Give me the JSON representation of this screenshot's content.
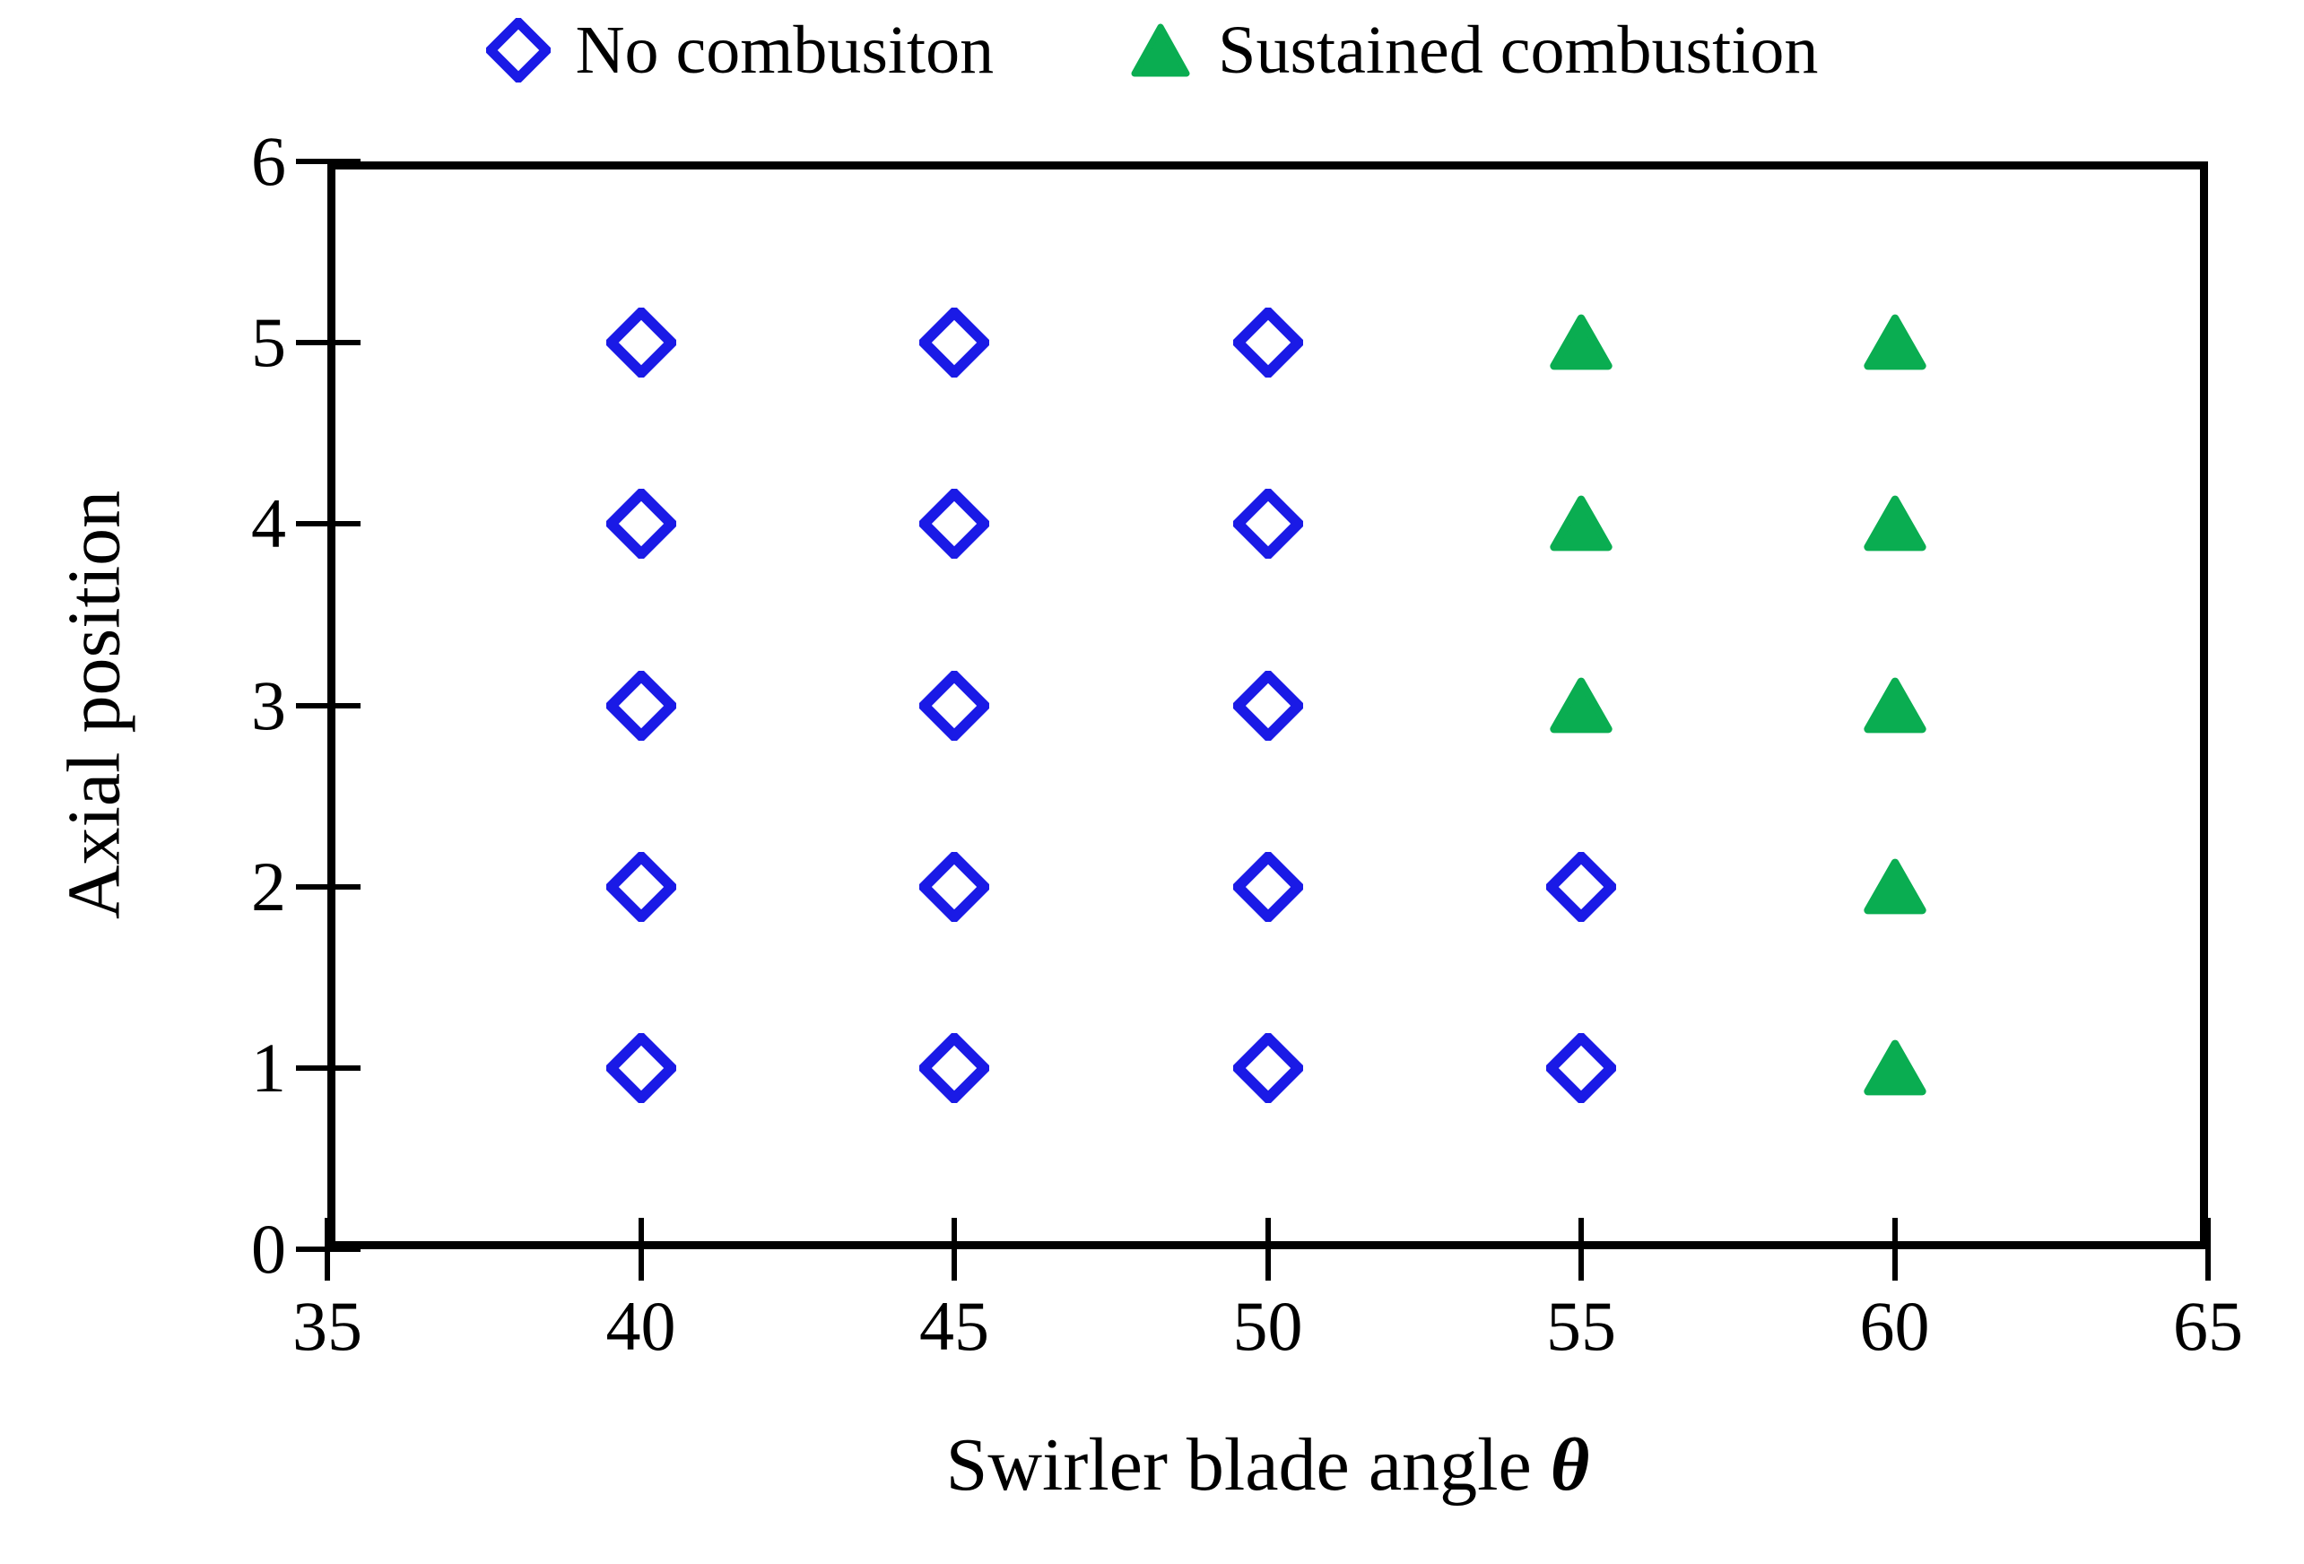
{
  "chart_data": {
    "type": "scatter",
    "title": "",
    "xlabel": "Swirler blade angle θ",
    "ylabel": "Axial position",
    "xlim": [
      35,
      65
    ],
    "ylim": [
      0,
      6
    ],
    "xticks": [
      35,
      40,
      45,
      50,
      55,
      60,
      65
    ],
    "yticks": [
      0,
      1,
      2,
      3,
      4,
      5,
      6
    ],
    "xticklabels": [
      "35",
      "40",
      "45",
      "50",
      "55",
      "60",
      "65"
    ],
    "yticklabels": [
      "0",
      "1",
      "2",
      "3",
      "4",
      "5",
      "6"
    ],
    "grid": false,
    "legend_position": "above-center",
    "series": [
      {
        "name": "No combusiton",
        "marker": "diamond-open",
        "color": "#1a1ae6",
        "filled": false,
        "points": [
          {
            "x": 40,
            "y": 1
          },
          {
            "x": 40,
            "y": 2
          },
          {
            "x": 40,
            "y": 3
          },
          {
            "x": 40,
            "y": 4
          },
          {
            "x": 40,
            "y": 5
          },
          {
            "x": 45,
            "y": 1
          },
          {
            "x": 45,
            "y": 2
          },
          {
            "x": 45,
            "y": 3
          },
          {
            "x": 45,
            "y": 4
          },
          {
            "x": 45,
            "y": 5
          },
          {
            "x": 50,
            "y": 1
          },
          {
            "x": 50,
            "y": 2
          },
          {
            "x": 50,
            "y": 3
          },
          {
            "x": 50,
            "y": 4
          },
          {
            "x": 50,
            "y": 5
          },
          {
            "x": 55,
            "y": 1
          },
          {
            "x": 55,
            "y": 2
          }
        ]
      },
      {
        "name": "Sustained combustion",
        "marker": "triangle-up-filled",
        "color": "#0aad51",
        "filled": true,
        "points": [
          {
            "x": 55,
            "y": 3
          },
          {
            "x": 55,
            "y": 4
          },
          {
            "x": 55,
            "y": 5
          },
          {
            "x": 60,
            "y": 1
          },
          {
            "x": 60,
            "y": 2
          },
          {
            "x": 60,
            "y": 3
          },
          {
            "x": 60,
            "y": 4
          },
          {
            "x": 60,
            "y": 5
          }
        ]
      }
    ]
  },
  "legend": {
    "entries": [
      {
        "label": "No combusiton",
        "icon": "diamond-open-icon",
        "color": "#1a1ae6"
      },
      {
        "label": "Sustained combustion",
        "icon": "triangle-up-filled-icon",
        "color": "#0aad51"
      }
    ]
  },
  "axes": {
    "x_title_text": "Swirler blade angle ",
    "x_title_symbol": "θ",
    "y_title": "Axial position",
    "frame_color": "#000000"
  }
}
